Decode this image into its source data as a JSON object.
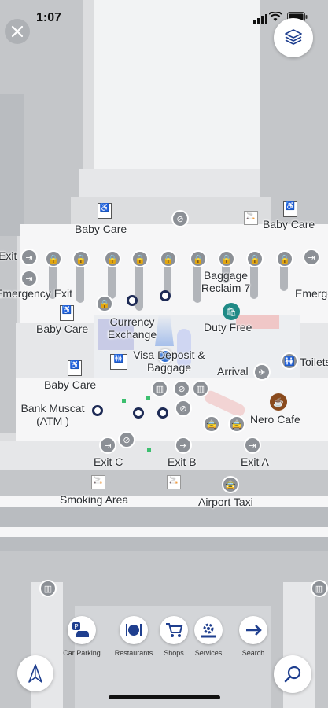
{
  "status_bar": {
    "time": "1:07"
  },
  "map_labels": [
    {
      "id": "baby-care-1",
      "text": "Baby Care"
    },
    {
      "id": "baby-care-2",
      "text": "Baby Care"
    },
    {
      "id": "exit-left",
      "text": "Exit"
    },
    {
      "id": "emergency-exit-left",
      "text": "Emergency Exit"
    },
    {
      "id": "baggage-reclaim",
      "text": "Baggage Reclaim 7"
    },
    {
      "id": "emergency-exit-right",
      "text": "Emergency Exit"
    },
    {
      "id": "baby-care-3",
      "text": "Baby Care"
    },
    {
      "id": "currency-exchange",
      "text": "Currency Exchange"
    },
    {
      "id": "duty-free",
      "text": "Duty Free"
    },
    {
      "id": "visa-deposit",
      "text": "Visa Deposit & Baggage"
    },
    {
      "id": "arrival",
      "text": "Arrival"
    },
    {
      "id": "toilets",
      "text": "Toilets"
    },
    {
      "id": "baby-care-4",
      "text": "Baby Care"
    },
    {
      "id": "bank-muscat",
      "text": "Bank Muscat (ATM )"
    },
    {
      "id": "nero-cafe",
      "text": "Nero Cafe"
    },
    {
      "id": "exit-c",
      "text": "Exit C"
    },
    {
      "id": "exit-b",
      "text": "Exit B"
    },
    {
      "id": "exit-a",
      "text": "Exit A"
    },
    {
      "id": "smoking-area",
      "text": "Smoking Area"
    },
    {
      "id": "airport-taxi",
      "text": "Airport Taxi"
    }
  ],
  "categories": [
    {
      "label": "Car Parking",
      "icon": "car-parking-icon"
    },
    {
      "label": "Restaurants",
      "icon": "restaurant-icon"
    },
    {
      "label": "Shops",
      "icon": "shopping-cart-icon"
    },
    {
      "label": "Services",
      "icon": "services-icon"
    },
    {
      "label": "Search",
      "icon": "airplane-icon"
    }
  ],
  "colors": {
    "primary": "#1f3f8f",
    "pin": "#1d2a55",
    "duty_free": "#1f8a86",
    "cafe": "#8a4a1d",
    "location": "#2f6fd1"
  }
}
